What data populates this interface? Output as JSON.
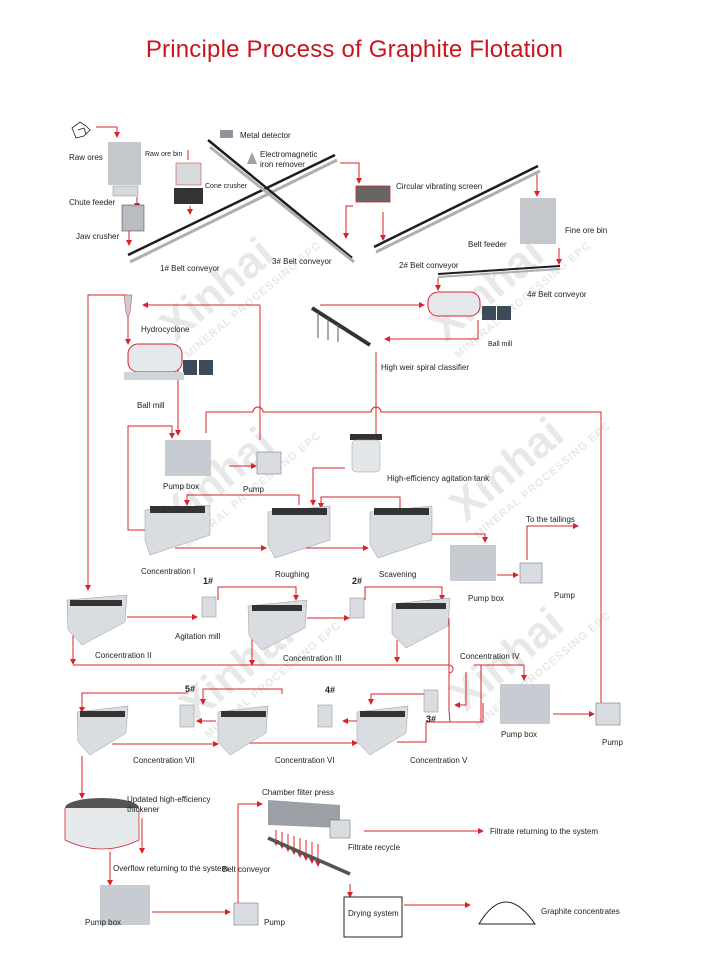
{
  "title": "Principle Process of Graphite Flotation",
  "colors": {
    "title": "#c8161e",
    "flow_line": "#d8232a",
    "equipment": "#c9cdd3",
    "conveyor": "#1e1e1e"
  },
  "watermark": {
    "brand": "Xinhai",
    "tagline": "MINERAL PROCESSING EPC"
  },
  "crushing": {
    "raw_ores": "Raw ores",
    "raw_ore_bin": "Raw ore bin",
    "chute_feeder": "Chute feeder",
    "jaw_crusher": "Jaw crusher",
    "cone_crusher": "Cone crusher",
    "metal_detector": "Metal detector",
    "iron_remover": "Electromagnetic\niron remover",
    "belt_conveyor_1": "1# Belt conveyor",
    "belt_conveyor_3": "3# Belt conveyor",
    "vibrating_screen": "Circular vibrating screen",
    "fine_ore_bin": "Fine ore bin",
    "belt_feeder": "Belt feeder",
    "belt_conveyor_2": "2# Belt conveyor",
    "belt_conveyor_4": "4# Belt conveyor"
  },
  "grinding": {
    "ball_mill_right": "Ball mill",
    "spiral_classifier": "High weir spiral classifier",
    "hydrocyclone": "Hydrocyclone",
    "ball_mill_left": "Ball mill"
  },
  "flotation": {
    "pump_box_1": "Pump box",
    "pump_1": "Pump",
    "agitation_tank": "High-efficiency agitation tank",
    "concentration_1": "Concentration I",
    "roughing": "Roughing",
    "scavening": "Scavening",
    "to_tailings": "To the tailings",
    "pump_box_2": "Pump box",
    "pump_2": "Pump",
    "agitation_mill": "Agitation mill",
    "mill_1": "1#",
    "mill_2": "2#",
    "mill_3": "3#",
    "mill_4": "4#",
    "mill_5": "5#",
    "concentration_2": "Concentration II",
    "concentration_3": "Concentration III",
    "concentration_4": "Concentration IV",
    "concentration_5": "Concentration V",
    "concentration_6": "Concentration VI",
    "concentration_7": "Concentration VII",
    "pump_box_3": "Pump box",
    "pump_3": "Pump"
  },
  "dewatering": {
    "thickener": "Updated high-efficiency\nthickener",
    "overflow": "Overflow returning to the system",
    "pump_box_4": "Pump box",
    "pump_4": "Pump",
    "filter_press": "Chamber filter press",
    "belt_conveyor": "Belt conveyor",
    "filtrate_recycle": "Filtrate recycle",
    "filtrate_return": "Filtrate returning to the system",
    "drying_system": "Drying system",
    "graphite_concentrates": "Graphite concentrates"
  }
}
